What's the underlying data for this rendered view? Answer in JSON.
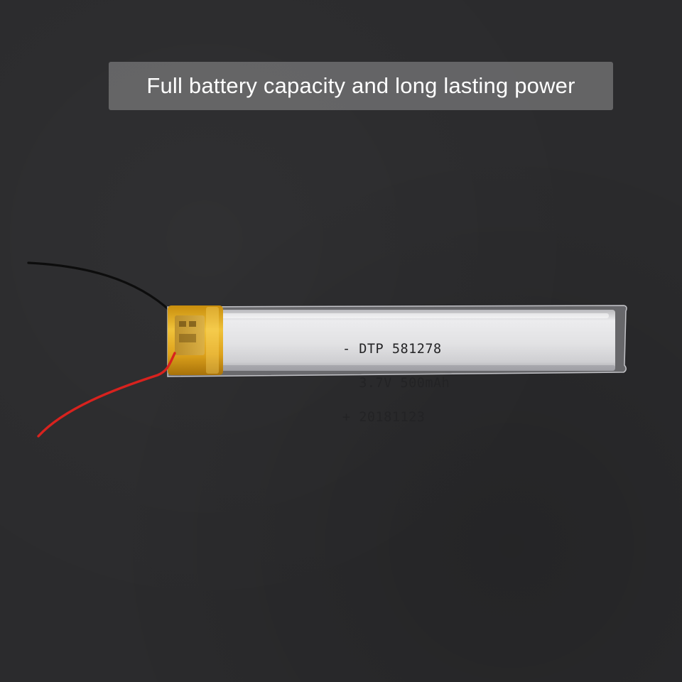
{
  "caption": {
    "text": "Full battery capacity and long lasting power"
  },
  "battery": {
    "label_line_1": "- DTP 581278",
    "label_line_2": "  3.7V 500mAh",
    "label_line_3": "+ 20181123"
  },
  "colors": {
    "background": "#2b2b2d",
    "banner": "#6e6e70",
    "caption_text": "#ffffff",
    "cell_body": "#dcdcde",
    "kapton_tape": "#e0a81a",
    "wire_negative": "#111111",
    "wire_positive": "#d8221e"
  },
  "icons": {
    "battery": "lipo-cell-photo"
  }
}
